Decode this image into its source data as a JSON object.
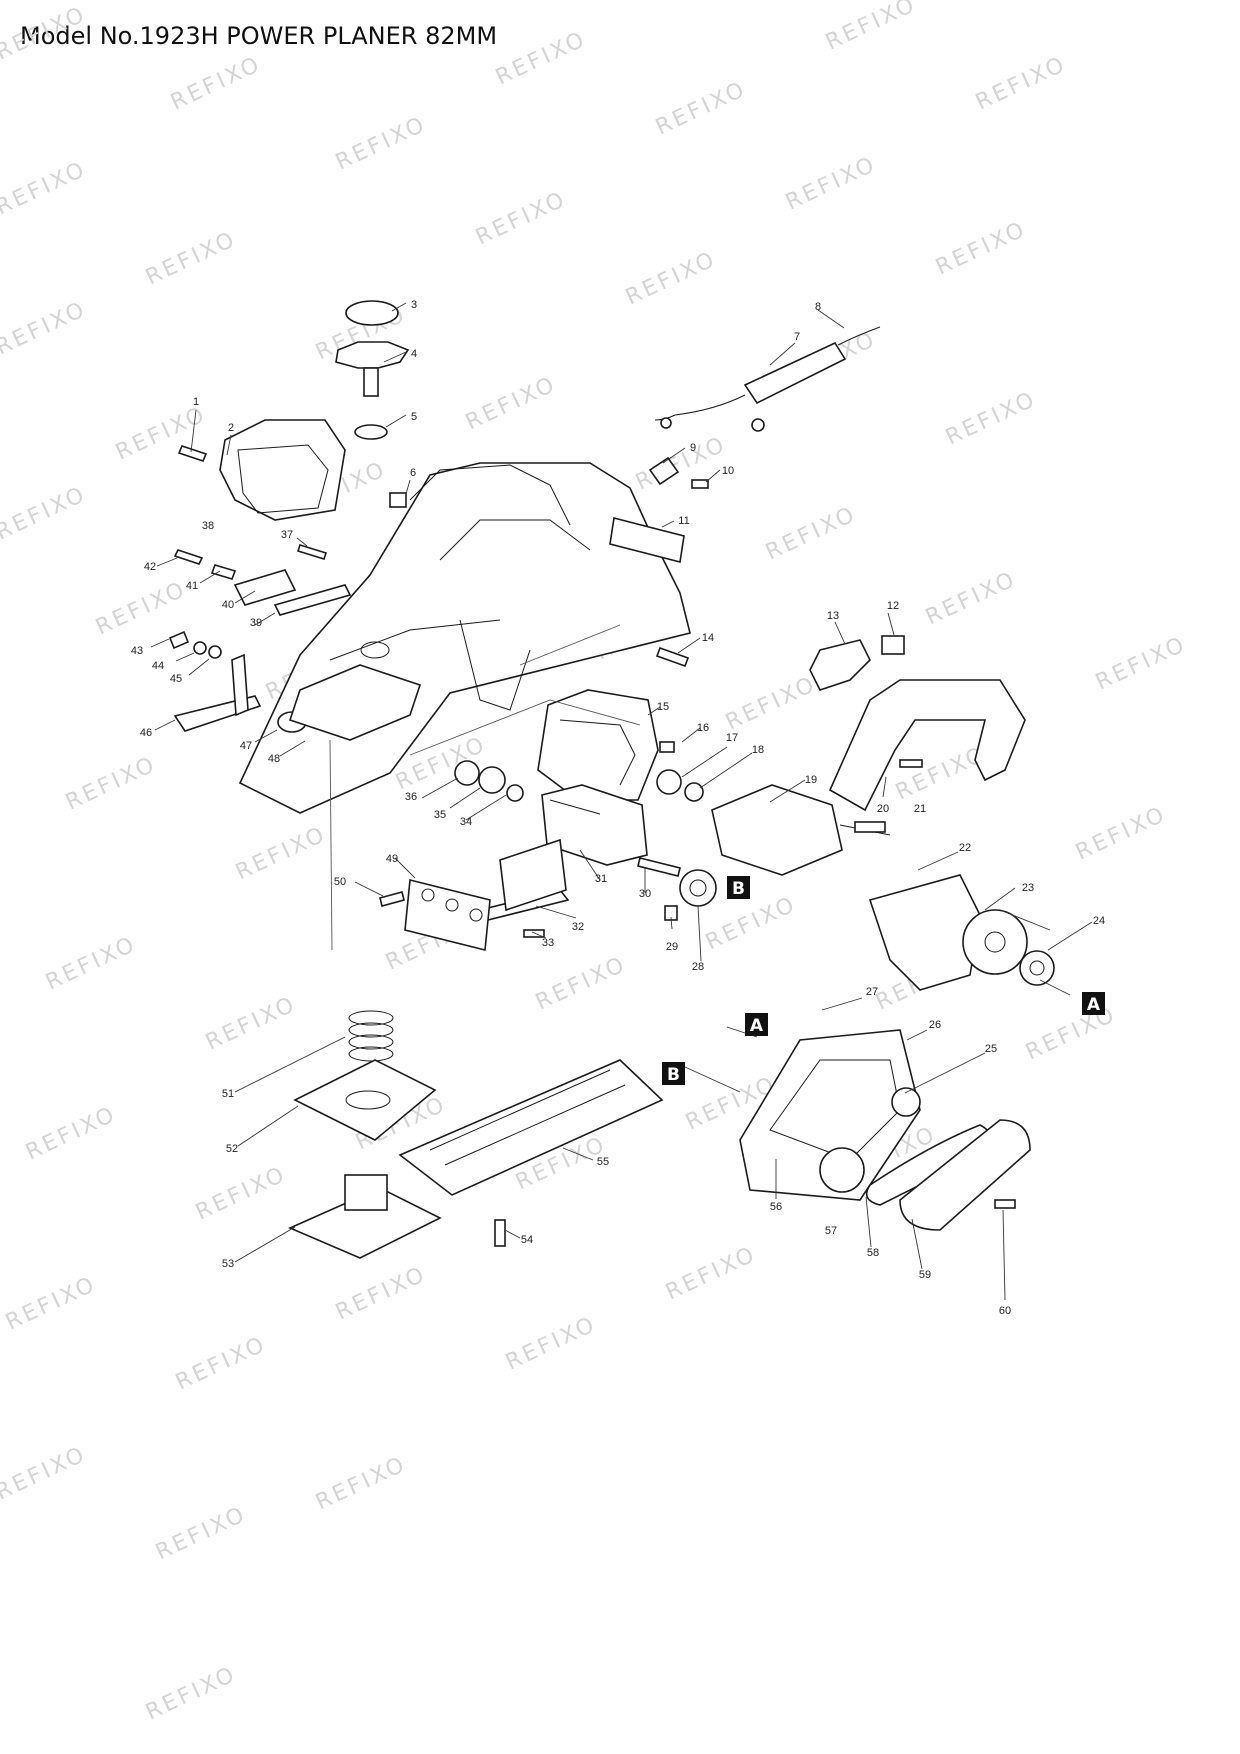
{
  "title": "Model No.1923H POWER PLANER  82MM",
  "watermark": "REFIXO",
  "part_numbers": [
    "1",
    "2",
    "3",
    "4",
    "5",
    "6",
    "7",
    "8",
    "9",
    "10",
    "11",
    "12",
    "13",
    "14",
    "15",
    "16",
    "17",
    "18",
    "19",
    "20",
    "21",
    "22",
    "23",
    "24",
    "25",
    "26",
    "27",
    "28",
    "29",
    "30",
    "31",
    "32",
    "33",
    "34",
    "35",
    "36",
    "37",
    "38",
    "39",
    "40",
    "41",
    "42",
    "43",
    "44",
    "45",
    "46",
    "47",
    "48",
    "49",
    "50",
    "51",
    "52",
    "53",
    "54",
    "55",
    "56",
    "57",
    "58",
    "59",
    "60"
  ],
  "reference_markers": [
    "A",
    "B"
  ],
  "colors": {
    "line": "#1a1a1a",
    "watermark": "#d4d4d4",
    "marker": "#111111"
  }
}
